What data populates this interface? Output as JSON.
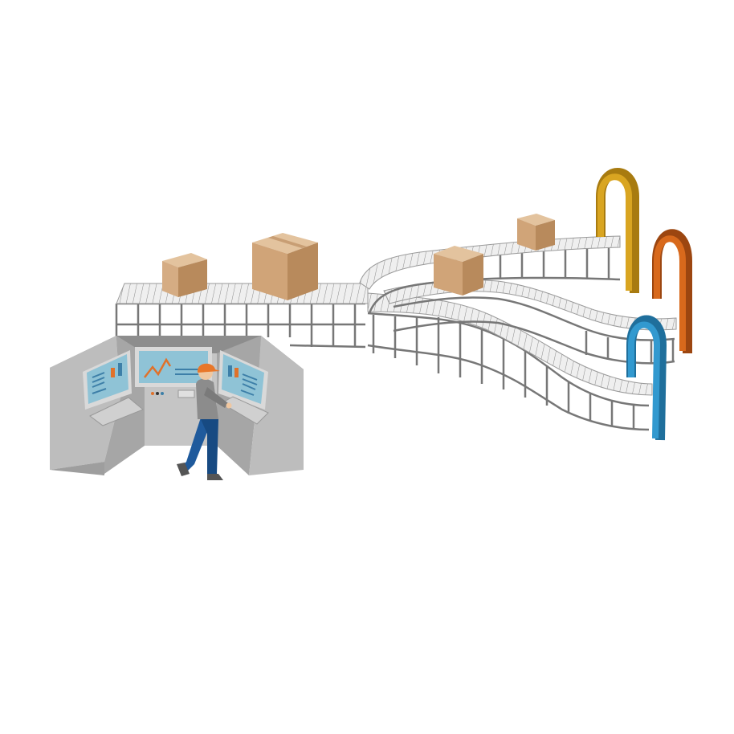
{
  "scene": {
    "colors": {
      "background": "#ffffff",
      "belt_surface": "#ececec",
      "belt_slat": "#8a8a8a",
      "frame": "#777777",
      "console_top": "#8d8d8d",
      "console_panel": "#bdbdbd",
      "console_side": "#9e9e9e",
      "screen": "#8fc3d6",
      "screen_chart_line": "#e0712a",
      "box_top": "#e3c39e",
      "box_front": "#d0a478",
      "box_side": "#b88a5c",
      "arch_gold": "#c9961a",
      "arch_orange": "#c45d14",
      "arch_blue": "#2b8cc0",
      "hard_hat": "#e8772a",
      "shirt": "#8c8c8c",
      "trousers": "#1f5a9c",
      "skin": "#f0c7a0"
    },
    "elements": {
      "conveyor_belts": 3,
      "boxes": 4,
      "sorting_arches": [
        "gold",
        "orange",
        "blue"
      ],
      "monitors": 3,
      "workers": 1,
      "monitor_icons": [
        "list-chart-icon",
        "line-chart-icon",
        "list-chart-icon"
      ]
    }
  }
}
